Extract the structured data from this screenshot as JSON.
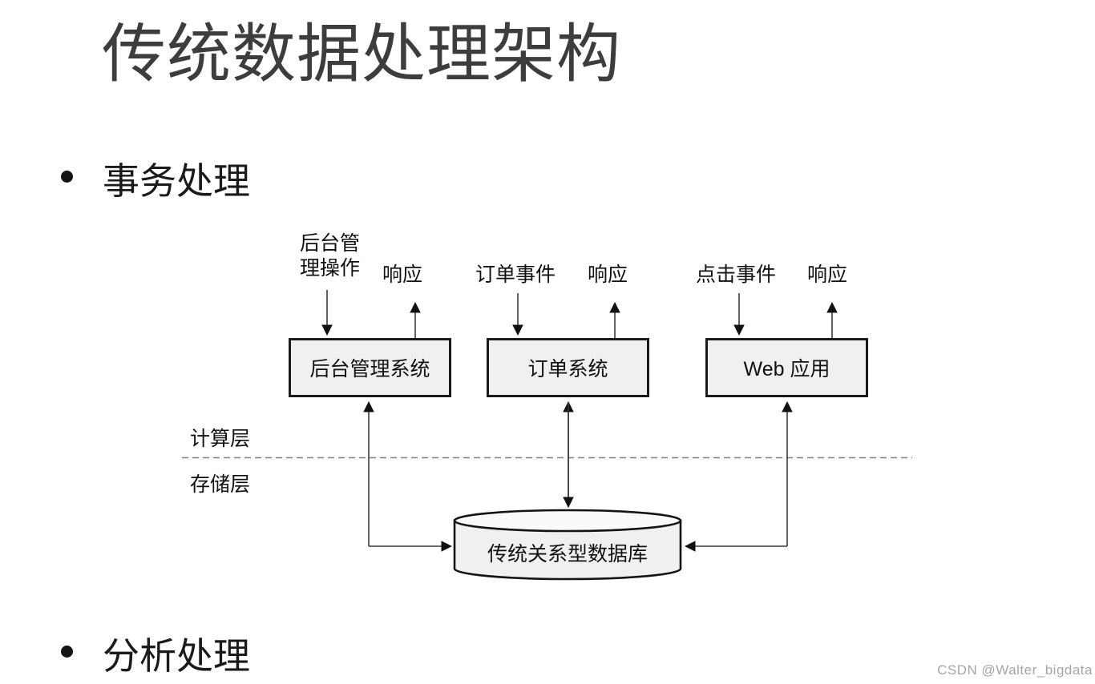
{
  "slide": {
    "title": "传统数据处理架构",
    "bullets": [
      {
        "label": "事务处理"
      },
      {
        "label": "分析处理"
      }
    ],
    "watermark": "CSDN @Walter_bigdata"
  },
  "diagram": {
    "layer_labels": {
      "compute": "计算层",
      "storage": "存储层"
    },
    "systems": [
      {
        "name": "backend-management-system",
        "box_label": "后台管理系统",
        "input_label": "后台管理操作",
        "response_label": "响应"
      },
      {
        "name": "order-system",
        "box_label": "订单系统",
        "input_label": "订单事件",
        "response_label": "响应"
      },
      {
        "name": "web-application",
        "box_label": "Web 应用",
        "input_label": "点击事件",
        "response_label": "响应"
      }
    ],
    "database": {
      "label": "传统关系型数据库"
    },
    "colors": {
      "box_fill": "#f0f0f0",
      "box_border": "#1a1a1a",
      "cylinder_body_fill": "#f0f0f0",
      "cylinder_top_fill": "#fafafa",
      "arrow_line": "#3a3a3a",
      "arrowhead": "#111111",
      "dashed_divider": "#808080",
      "title_text": "#3d3d3d",
      "body_text": "#141414",
      "watermark_text": "#a6a6a6"
    }
  }
}
